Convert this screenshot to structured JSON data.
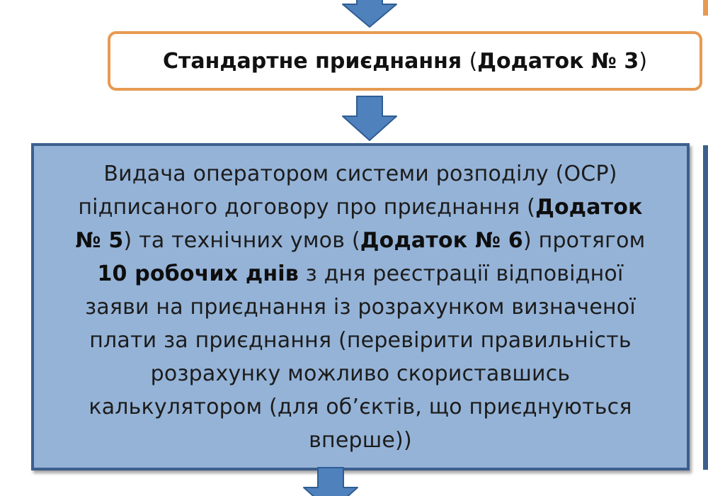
{
  "orange_box": {
    "bold_1": "Стандартне приєднання",
    "open": "(",
    "bold_2": "Додаток № 3",
    "close": ")"
  },
  "blue_box": {
    "seg1": "Видача оператором системи розподілу (ОСР) підписаного договору про приєднання (",
    "seg2_bold": "Додаток № 5",
    "seg3": ") та технічних умов (",
    "seg4_bold": "Додаток № 6",
    "seg5": ") протягом ",
    "seg6_bold": "10 робочих днів",
    "seg7": " з дня реєстрації відповідної заяви на приєднання із розрахунком визначеної плати за приєднання (перевірити правильність розрахунку можливо скориставшись калькулятором (для об’єктів, що приєднуються вперше))"
  },
  "colors": {
    "arrow_fill": "#4f81bd",
    "arrow_stroke": "#2f5d93",
    "orange_border": "#e79a52",
    "blue_fill": "#95b3d7",
    "blue_border": "#3c5f8d"
  }
}
